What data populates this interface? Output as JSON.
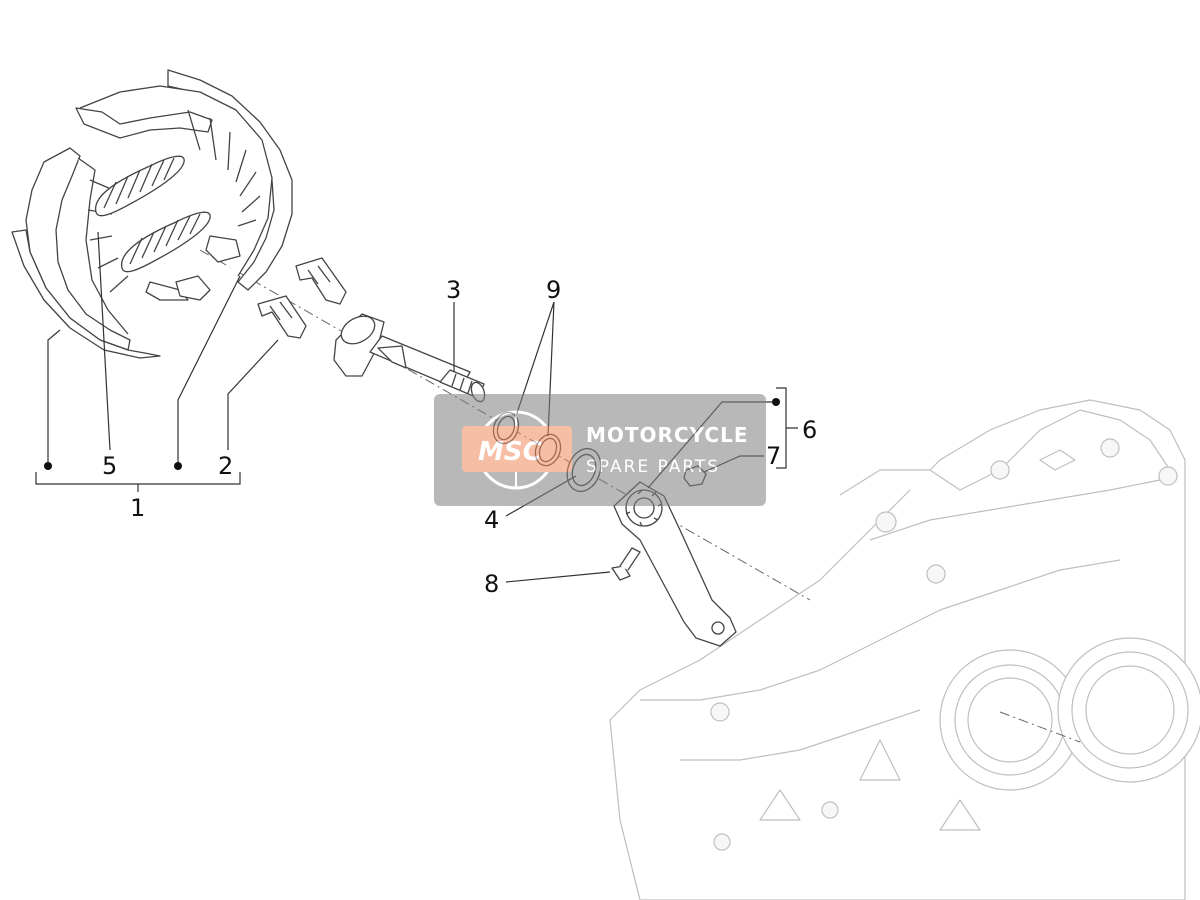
{
  "callouts": {
    "c1": "1",
    "c2": "2",
    "c3": "3",
    "c4": "4",
    "c5": "5",
    "c6": "6",
    "c7": "7",
    "c8": "8",
    "c9": "9"
  },
  "watermark": {
    "logo": "MSC",
    "line1": "MOTORCYCLE",
    "line2": "SPARE PARTS",
    "box_color": "#7f7f7f",
    "logo_color": "#f08a5d"
  }
}
